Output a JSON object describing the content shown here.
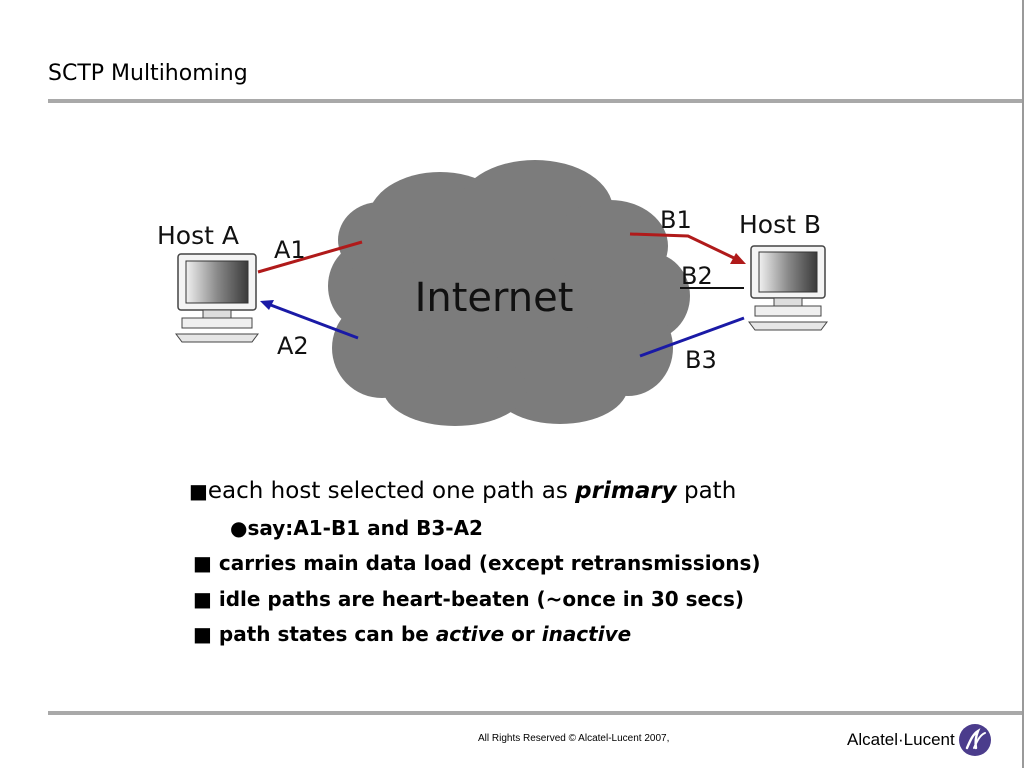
{
  "slide": {
    "title": "SCTP Multihoming"
  },
  "diagram": {
    "cloud_label": "Internet",
    "host_a_label": "Host A",
    "host_b_label": "Host B",
    "paths": {
      "a1": "A1",
      "a2": "A2",
      "b1": "B1",
      "b2": "B2",
      "b3": "B3"
    },
    "colors": {
      "cloud": "#7c7c7c",
      "red_path": "#b01a1a",
      "blue_path": "#1a1aa6"
    }
  },
  "bullets": {
    "b1_prefix": "each host selected one path as ",
    "b1_emph": "primary",
    "b1_suffix": " path",
    "b2": "say:A1-B1 and B3-A2",
    "b3": "carries main data load (except retransmissions)",
    "b4": "idle paths are heart-beaten (~once in 30 secs)",
    "b5_prefix": "path states can be ",
    "b5_emph1": "active",
    "b5_mid": " or ",
    "b5_emph2": "inactive",
    "square_glyph": "■",
    "dot_glyph": "●"
  },
  "footer": {
    "copyright": "All Rights Reserved © Alcatel-Lucent 2007,",
    "brand": "Alcatel·Lucent"
  }
}
